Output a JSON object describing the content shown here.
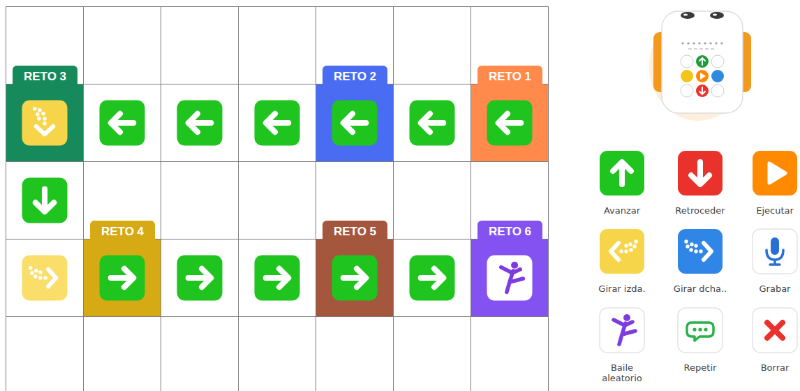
{
  "diagram": {
    "nodes": [
      {
        "text": [
          "RETO 3"
        ]
      },
      {
        "text": [
          "RETO 2"
        ]
      },
      {
        "text": [
          "RETO 1"
        ]
      },
      {
        "text": [
          "RETO 4"
        ]
      },
      {
        "text": [
          "RETO 5"
        ]
      },
      {
        "text": [
          "RETO 6"
        ]
      }
    ],
    "legend": [
      {
        "text": "Avanzar"
      },
      {
        "text": "Retroceder"
      },
      {
        "text": "Ejecutar"
      },
      {
        "text": "Girar izda."
      },
      {
        "text": "Girar dcha.."
      },
      {
        "text": "Grabar"
      },
      {
        "text": "Baile aleatorio"
      },
      {
        "text": "Repetir"
      },
      {
        "text": "Borrar"
      }
    ]
  }
}
